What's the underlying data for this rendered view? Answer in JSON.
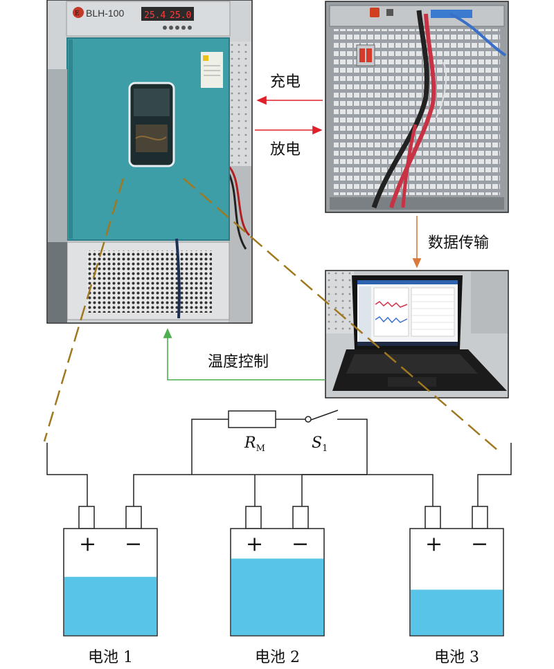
{
  "labels": {
    "charge": "充电",
    "discharge": "放电",
    "data_transfer": "数据传输",
    "temp_control": "温度控制"
  },
  "chamber": {
    "brand": "BLH-100",
    "display_left": "25.4",
    "display_right": "25.0"
  },
  "circuit": {
    "resistor_main": "R",
    "resistor_sub": "M",
    "switch_main": "S",
    "switch_sub": "1",
    "plus": "+",
    "minus": "−"
  },
  "batteries": [
    {
      "label": "电池 1",
      "level": 0.55
    },
    {
      "label": "电池 2",
      "level": 0.72
    },
    {
      "label": "电池 3",
      "level": 0.43
    }
  ],
  "colors": {
    "liquid": "#58c5e8",
    "charge_arrow": "#e0202a",
    "data_arrow": "#d77a3a",
    "temp_arrow": "#4cae4c",
    "dash_line": "#a07820"
  }
}
